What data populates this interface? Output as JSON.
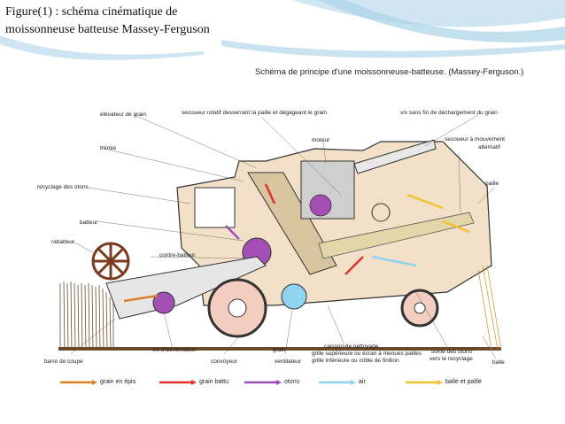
{
  "caption": {
    "line1": "Figure(1) : schéma cinématique de",
    "line2": "moissonneuse batteuse Massey-Ferguson"
  },
  "figure": {
    "title": "Schéma de principe d'une moissonneuse-batteuse. (Massey-Ferguson.)",
    "labels": {
      "elevateur": "élévateur de grain",
      "secoueur_rotatif": "secoueur rotatif desserrant la paille et dégageant le grain",
      "vis_sans_fin": "vis sans fin de déchargement du grain",
      "tremie": "trémie",
      "moteur": "moteur",
      "secoueur_alternatif_1": "secoueur à mouvement",
      "secoueur_alternatif_2": "alternatif",
      "recyclage": "recyclage des otons",
      "paille": "paille",
      "batteur": "batteur",
      "rabatteur": "rabatteur",
      "contre_batteur": "contre-batteur",
      "barre_coupe": "barre de coupe",
      "vis_alimentation": "vis d'alimentation",
      "convoyeur": "convoyeur",
      "ventilateur": "ventilateur",
      "grain": "grain",
      "caisson": "caisson de nettoyage",
      "grille_sup": "grille supérieure ou écran à menues pailles",
      "grille_inf": "grille inférieure ou crible de finition",
      "sortie_1": "sortie des otons",
      "sortie_2": "vers le recyclage",
      "balle": "balle"
    },
    "legend": [
      {
        "label": "grain en épis",
        "color": "#d9822b"
      },
      {
        "label": "grain battu",
        "color": "#e0312b"
      },
      {
        "label": "otons",
        "color": "#9b4fb5"
      },
      {
        "label": "air",
        "color": "#8fd3ee"
      },
      {
        "label": "balle et paille",
        "color": "#f2c230"
      }
    ]
  }
}
